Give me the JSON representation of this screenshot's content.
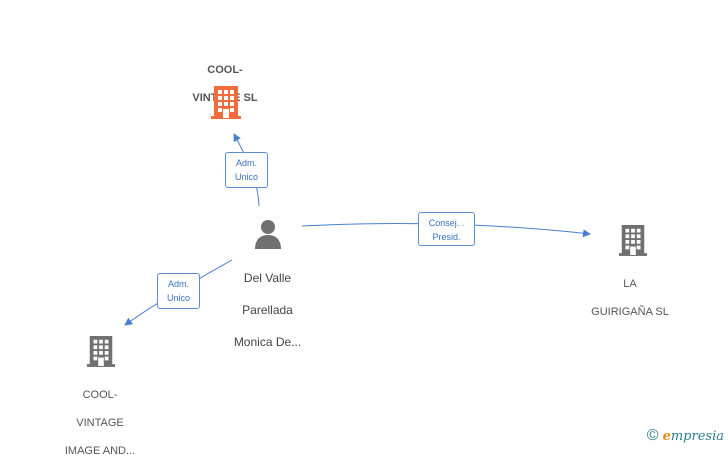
{
  "colors": {
    "accent_company": "#f26b3a",
    "company_gray": "#707070",
    "person_gray": "#707070",
    "edge_blue": "#4a7fd0"
  },
  "nodes": {
    "main_company": {
      "lines": [
        "COOL-",
        "VINTAGE SL"
      ],
      "icon": "building-icon"
    },
    "person": {
      "lines": [
        "Del Valle",
        "Parellada",
        "Monica De..."
      ],
      "icon": "person-icon"
    },
    "company_right": {
      "lines": [
        "LA",
        "GUIRIGAÑA SL"
      ],
      "icon": "building-icon"
    },
    "company_bottom": {
      "lines": [
        "COOL-",
        "VINTAGE",
        "IMAGE AND..."
      ],
      "icon": "building-icon"
    }
  },
  "relations": {
    "to_main": [
      "Adm.",
      "Unico"
    ],
    "to_right": [
      "Consej. .",
      "Presid."
    ],
    "to_bottom": [
      "Adm.",
      "Unico"
    ]
  },
  "footer": {
    "copyright_symbol": "©",
    "brand_first": "e",
    "brand_rest": "mpresia"
  }
}
